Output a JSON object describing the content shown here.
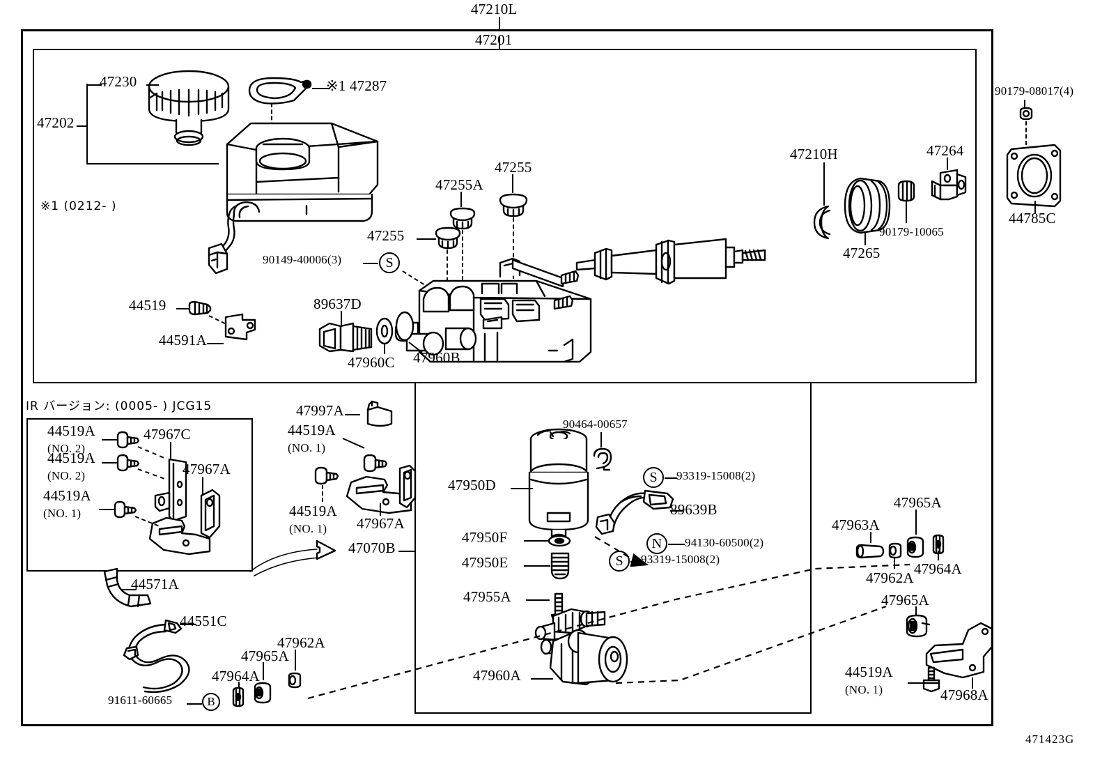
{
  "diagram": {
    "corner_code": "471423G",
    "note_symbol_1": "※1 (0212-        )",
    "jp_version_note": "IR バージョン: (0005-        ) JCG15"
  },
  "top_group_labels": {
    "outer_assembly": "47210L",
    "inner_assembly": "47201"
  },
  "reservoir": {
    "cap": "47230",
    "tank_assembly": "47202",
    "gasket_note": "※1 47287"
  },
  "plugs": {
    "plug_a": "47255A",
    "plug_b": "47255",
    "plug_c": "47255"
  },
  "fasteners_top": {
    "screw_s_code": "90149-40006(3)",
    "screw_s_marker": "S"
  },
  "sensor_group": {
    "switch": "89637D",
    "oring_small": "47960C",
    "oring_large": "47960B"
  },
  "bracket_left": {
    "bolt": "44519",
    "bracket": "44591A"
  },
  "pushrod_group": {
    "snap_ring": "47210H",
    "boot": "47265",
    "clevis": "47264",
    "nut": "90179-10065"
  },
  "firewall": {
    "nut": "90179-08017(4)",
    "gasket": "44785C"
  },
  "jcg15_box": {
    "bolt_no2_a": "44519A",
    "bolt_no2_a_sub": "(NO. 2)",
    "bolt_no2_b": "44519A",
    "bolt_no2_b_sub": "(NO. 2)",
    "bolt_no1": "44519A",
    "bolt_no1_sub": "(NO. 1)",
    "bracket_c": "47967C",
    "bracket_a": "47967A"
  },
  "mid_brackets": {
    "cover": "47997A",
    "bolt_a": "44519A",
    "bolt_a_sub": "(NO. 1)",
    "bolt_b": "44519A",
    "bolt_b_sub": "(NO. 1)",
    "bracket_a": "47967A",
    "group": "47070B"
  },
  "hoses": {
    "hose": "44571A",
    "tube": "44551C",
    "clamp_code": "91611-60665",
    "clamp_marker": "B"
  },
  "grommets_left": {
    "washer": "47964A",
    "bushing": "47965A",
    "collar": "47962A"
  },
  "pump_box": {
    "motor": "47950D",
    "clip": "90464-00657",
    "oring": "47950F",
    "spring": "47950E",
    "bolt": "47955A",
    "pump": "47960A",
    "wire": "89639B",
    "screw_top_code": "93319-15008(2)",
    "screw_top_marker": "S",
    "nut_code": "94130-60500(2)",
    "nut_marker": "N",
    "screw_bot_code": "93319-15008(2)",
    "screw_bot_marker": "S"
  },
  "right_brackets": {
    "pin": "47963A",
    "bushing_top": "47965A",
    "collar": "47962A",
    "washer": "47964A",
    "bushing_bot": "47965A",
    "bolt": "44519A",
    "bolt_sub": "(NO. 1)",
    "bracket": "47968A"
  }
}
